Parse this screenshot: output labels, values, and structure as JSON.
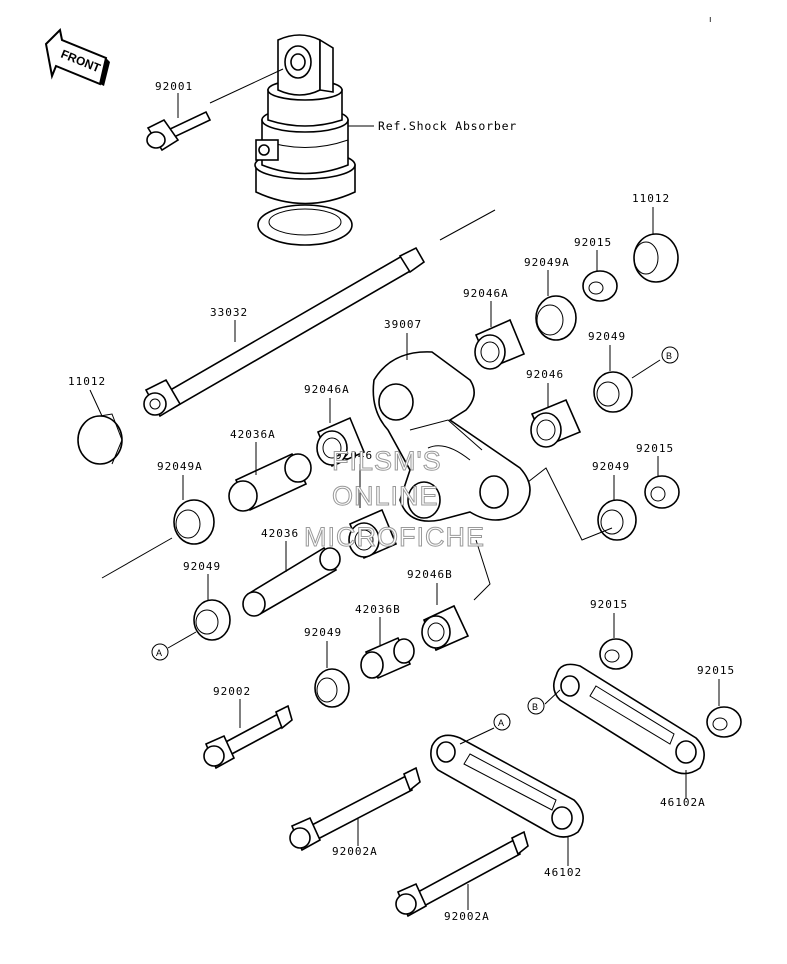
{
  "front_label": "FRONT",
  "reference": "Ref.Shock Absorber",
  "watermark": [
    "FILSM'S",
    "ONLINE",
    "MICROFICHE"
  ],
  "callouts": [
    "A",
    "B"
  ],
  "part_numbers": [
    "92001",
    "11012",
    "92015",
    "92049A",
    "92046A",
    "33032",
    "39007",
    "92049",
    "11012",
    "92046A",
    "42036A",
    "92046",
    "92049A",
    "92015",
    "92049",
    "42036",
    "92046",
    "92046B",
    "92049",
    "42036B",
    "92015",
    "92049",
    "92002",
    "92015",
    "46102A",
    "92002A",
    "46102",
    "92002A"
  ],
  "corner_mark": "ı"
}
